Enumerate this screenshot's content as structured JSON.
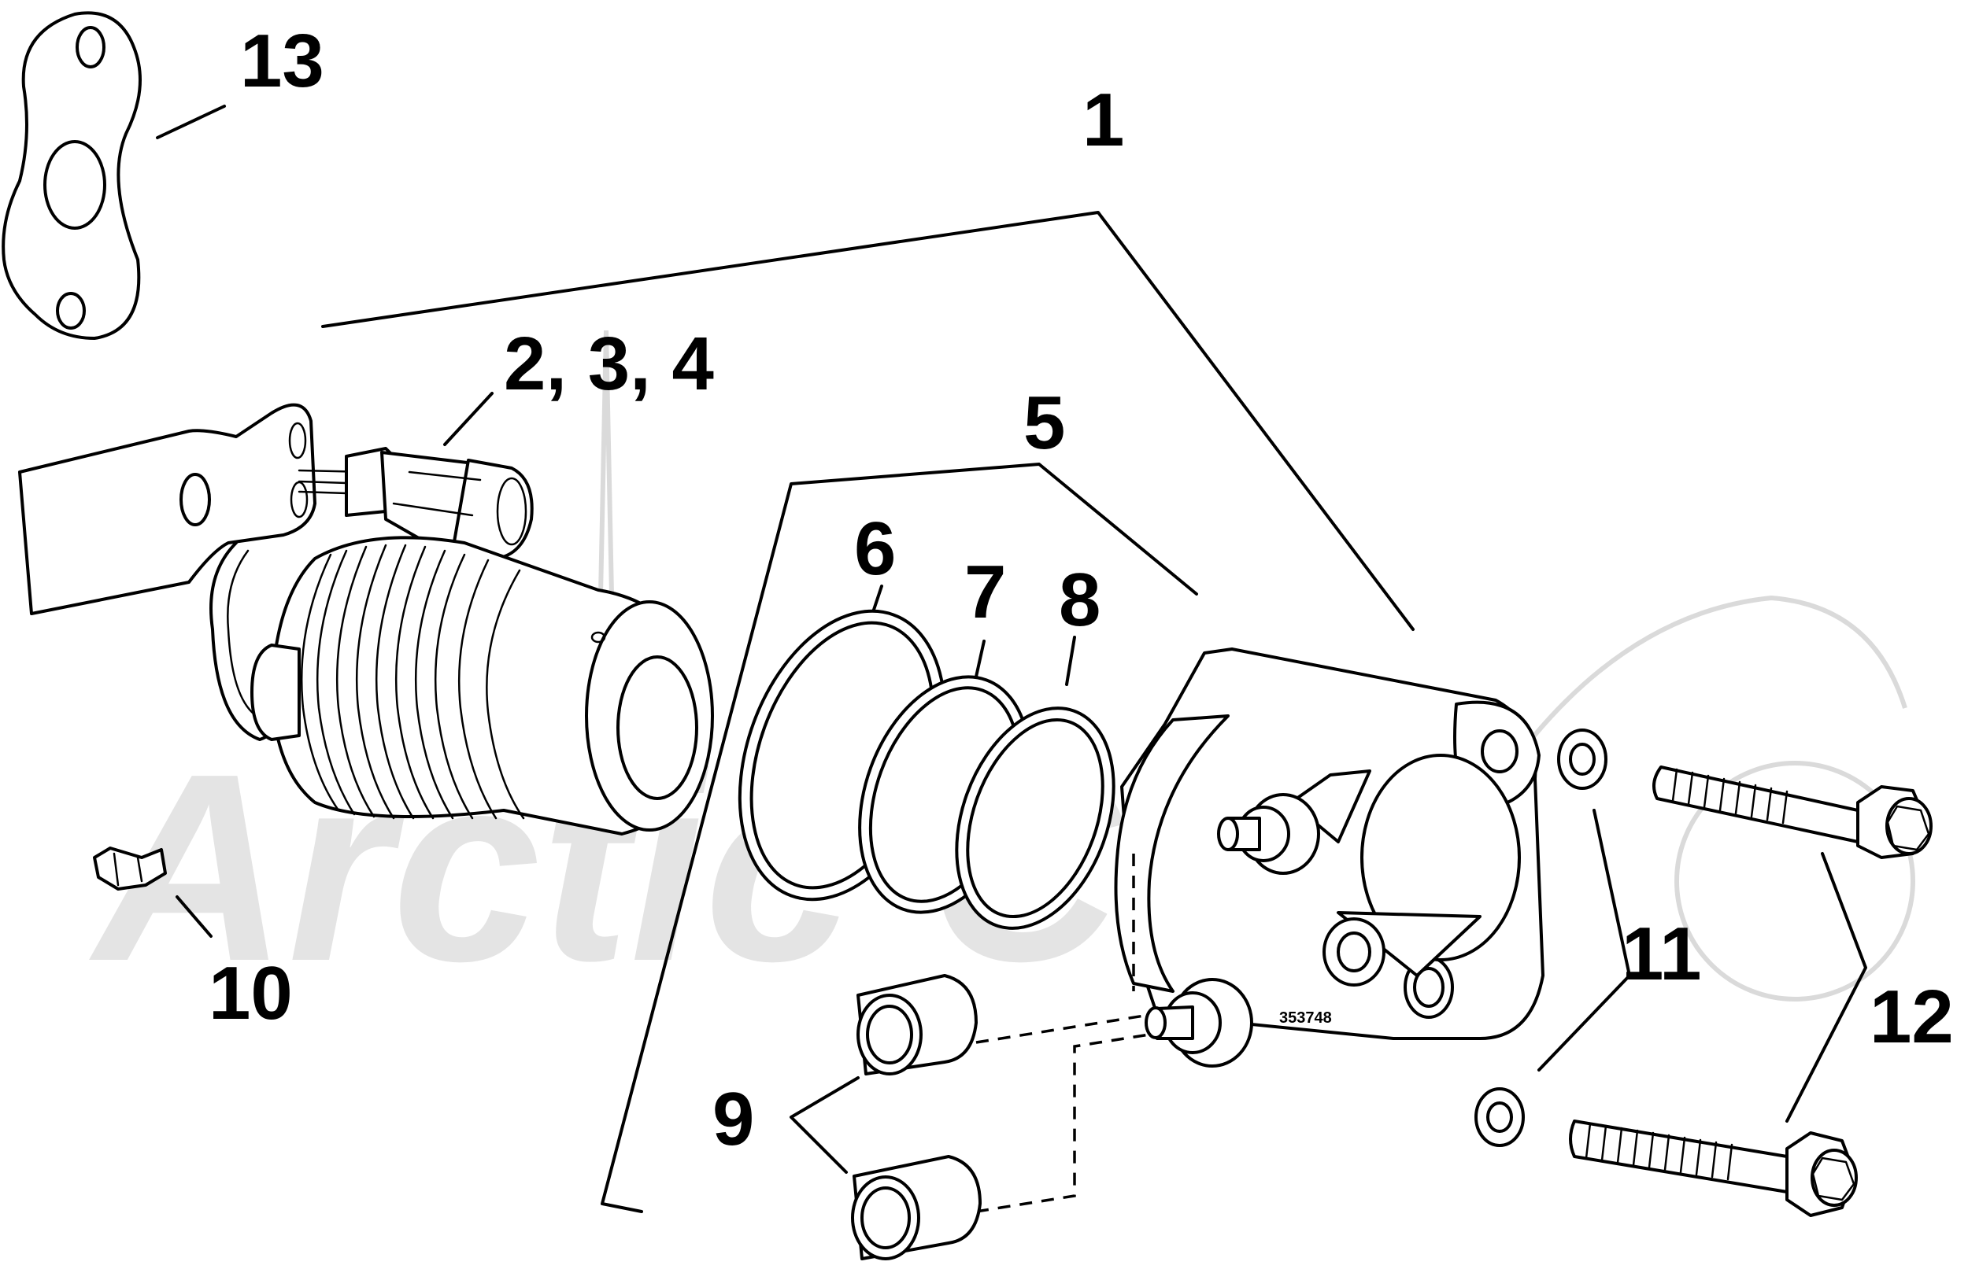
{
  "diagram": {
    "watermark": "Arctic Cat",
    "part_number_stamp": "353748",
    "callouts": [
      {
        "id": "c1",
        "label": "1"
      },
      {
        "id": "c234",
        "label": "2, 3, 4"
      },
      {
        "id": "c5",
        "label": "5"
      },
      {
        "id": "c6",
        "label": "6"
      },
      {
        "id": "c7",
        "label": "7"
      },
      {
        "id": "c8",
        "label": "8"
      },
      {
        "id": "c9",
        "label": "9"
      },
      {
        "id": "c10",
        "label": "10"
      },
      {
        "id": "c11",
        "label": "11"
      },
      {
        "id": "c12",
        "label": "12"
      },
      {
        "id": "c13",
        "label": "13"
      }
    ]
  }
}
